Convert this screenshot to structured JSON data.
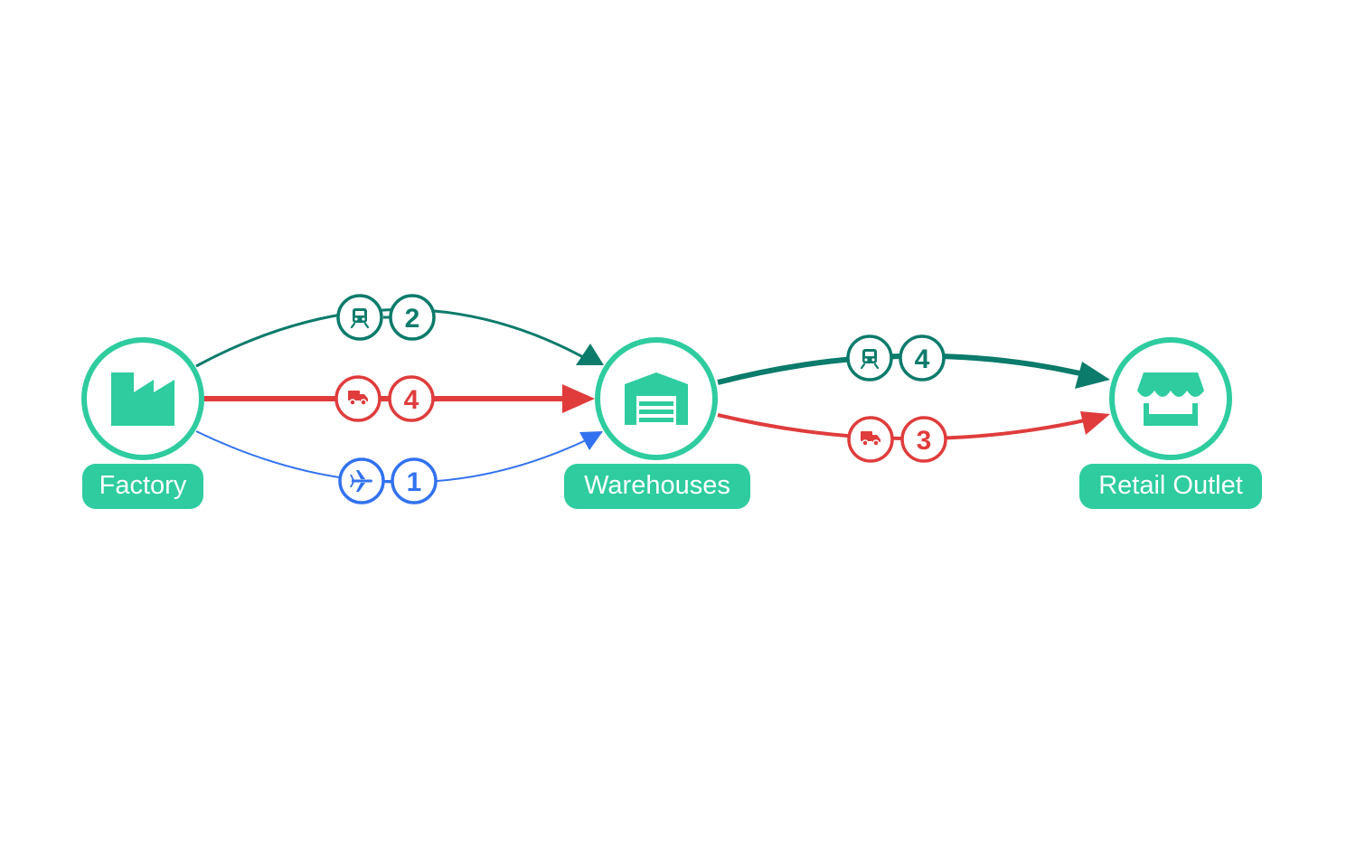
{
  "colors": {
    "node": "#2ecc9f",
    "rail": "#0b7b6b",
    "road": "#e03c3c",
    "air": "#3272f0",
    "background": "#ffffff"
  },
  "nodes": [
    {
      "id": "factory",
      "label": "Factory",
      "icon": "factory-icon"
    },
    {
      "id": "warehouses",
      "label": "Warehouses",
      "icon": "warehouse-icon"
    },
    {
      "id": "retail",
      "label": "Retail Outlet",
      "icon": "store-icon"
    }
  ],
  "links": [
    {
      "from": "Factory",
      "to": "Warehouses",
      "mode": "rail",
      "icon": "train-icon",
      "count": "2"
    },
    {
      "from": "Factory",
      "to": "Warehouses",
      "mode": "road",
      "icon": "truck-icon",
      "count": "4"
    },
    {
      "from": "Factory",
      "to": "Warehouses",
      "mode": "air",
      "icon": "airplane-icon",
      "count": "1"
    },
    {
      "from": "Warehouses",
      "to": "Retail Outlet",
      "mode": "rail",
      "icon": "train-icon",
      "count": "4"
    },
    {
      "from": "Warehouses",
      "to": "Retail Outlet",
      "mode": "road",
      "icon": "truck-icon",
      "count": "3"
    }
  ]
}
